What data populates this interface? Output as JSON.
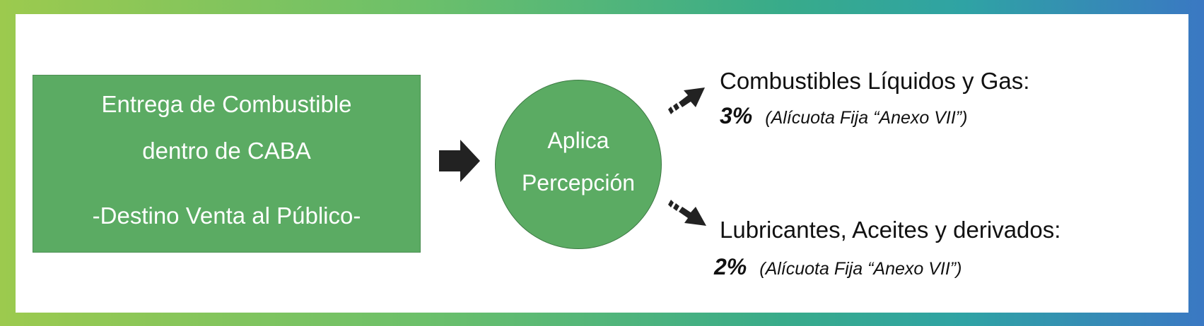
{
  "source_box": {
    "line1": "Entrega de Combustible",
    "line2": "dentro de CABA",
    "line3": "-Destino Venta al Público-"
  },
  "center_node": {
    "line1": "Aplica",
    "line2": "Percepción"
  },
  "outcomes": [
    {
      "title": "Combustibles Líquidos y Gas:",
      "rate": "3%",
      "note": "(Alícuota Fija “Anexo VII”)"
    },
    {
      "title": "Lubricantes, Aceites y derivados:",
      "rate": "2%",
      "note": "(Alícuota Fija “Anexo VII”)"
    }
  ],
  "colors": {
    "node_green": "#5bab63",
    "arrow": "#222222",
    "frame_start": "#9cca4e",
    "frame_end": "#3a78c3"
  }
}
